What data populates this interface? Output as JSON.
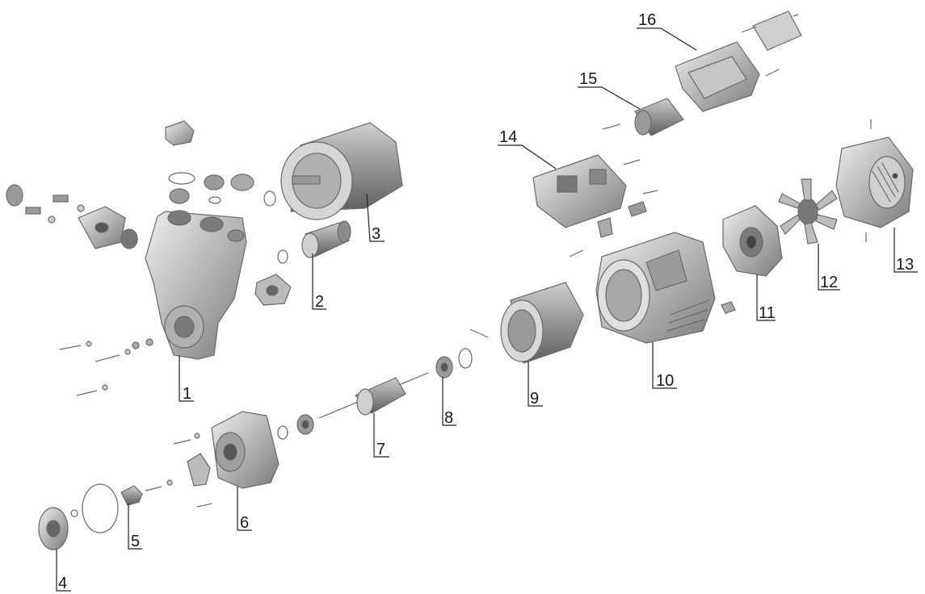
{
  "diagram": {
    "labels": {
      "p1": "1",
      "p2": "2",
      "p3": "3",
      "p4": "4",
      "p5": "5",
      "p6": "6",
      "p7": "7",
      "p8": "8",
      "p9": "9",
      "p10": "10",
      "p11": "11",
      "p12": "12",
      "p13": "13",
      "p14": "14",
      "p15": "15",
      "p16": "16"
    },
    "colors": {
      "metal_light": "#d9d9d9",
      "metal_mid": "#a9a9a9",
      "metal_dark": "#6e6e6e",
      "line": "#222222"
    }
  }
}
